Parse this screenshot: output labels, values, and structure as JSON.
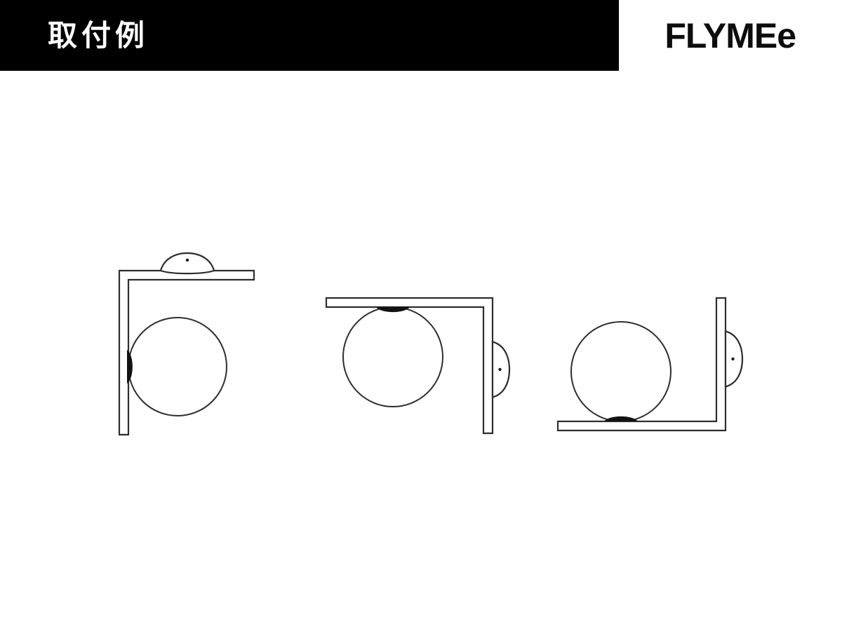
{
  "header": {
    "label": "取付例"
  },
  "brand": {
    "logo": "FLYMEe"
  },
  "colors": {
    "header_bg": "#000000",
    "header_text": "#ffffff",
    "logo_text": "#0d0d0d",
    "diagram_line": "#2e2e2e",
    "diagram_fill": "#ffffff",
    "socket": "#121212",
    "canvas_bg": "#ffffff"
  },
  "diagrams": {
    "items": [
      {
        "name": "mount-vertical-plate-left-canopy-top"
      },
      {
        "name": "mount-arm-top-canopy-right"
      },
      {
        "name": "mount-arm-bottom-canopy-right"
      }
    ]
  }
}
